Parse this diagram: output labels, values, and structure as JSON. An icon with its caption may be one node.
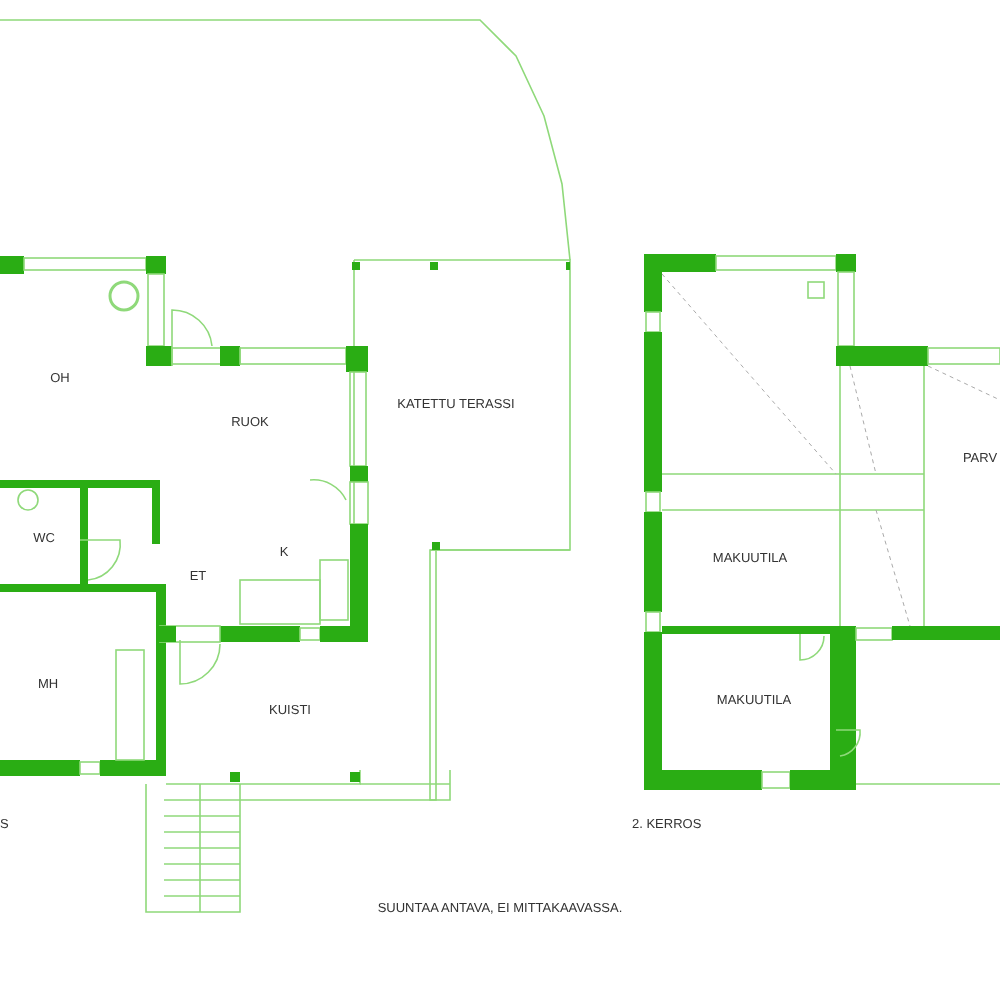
{
  "diagram": {
    "labels": [
      "OH",
      "KATETTU TERASSI",
      "RUOK",
      "PARV",
      "WC",
      "K",
      "MAKUUTILA",
      "ET",
      "MH",
      "MAKUUTILA",
      "KUISTI",
      "S",
      "2. KERROS",
      "SUUNTAA ANTAVA, EI MITTAKAAVASSA."
    ]
  }
}
